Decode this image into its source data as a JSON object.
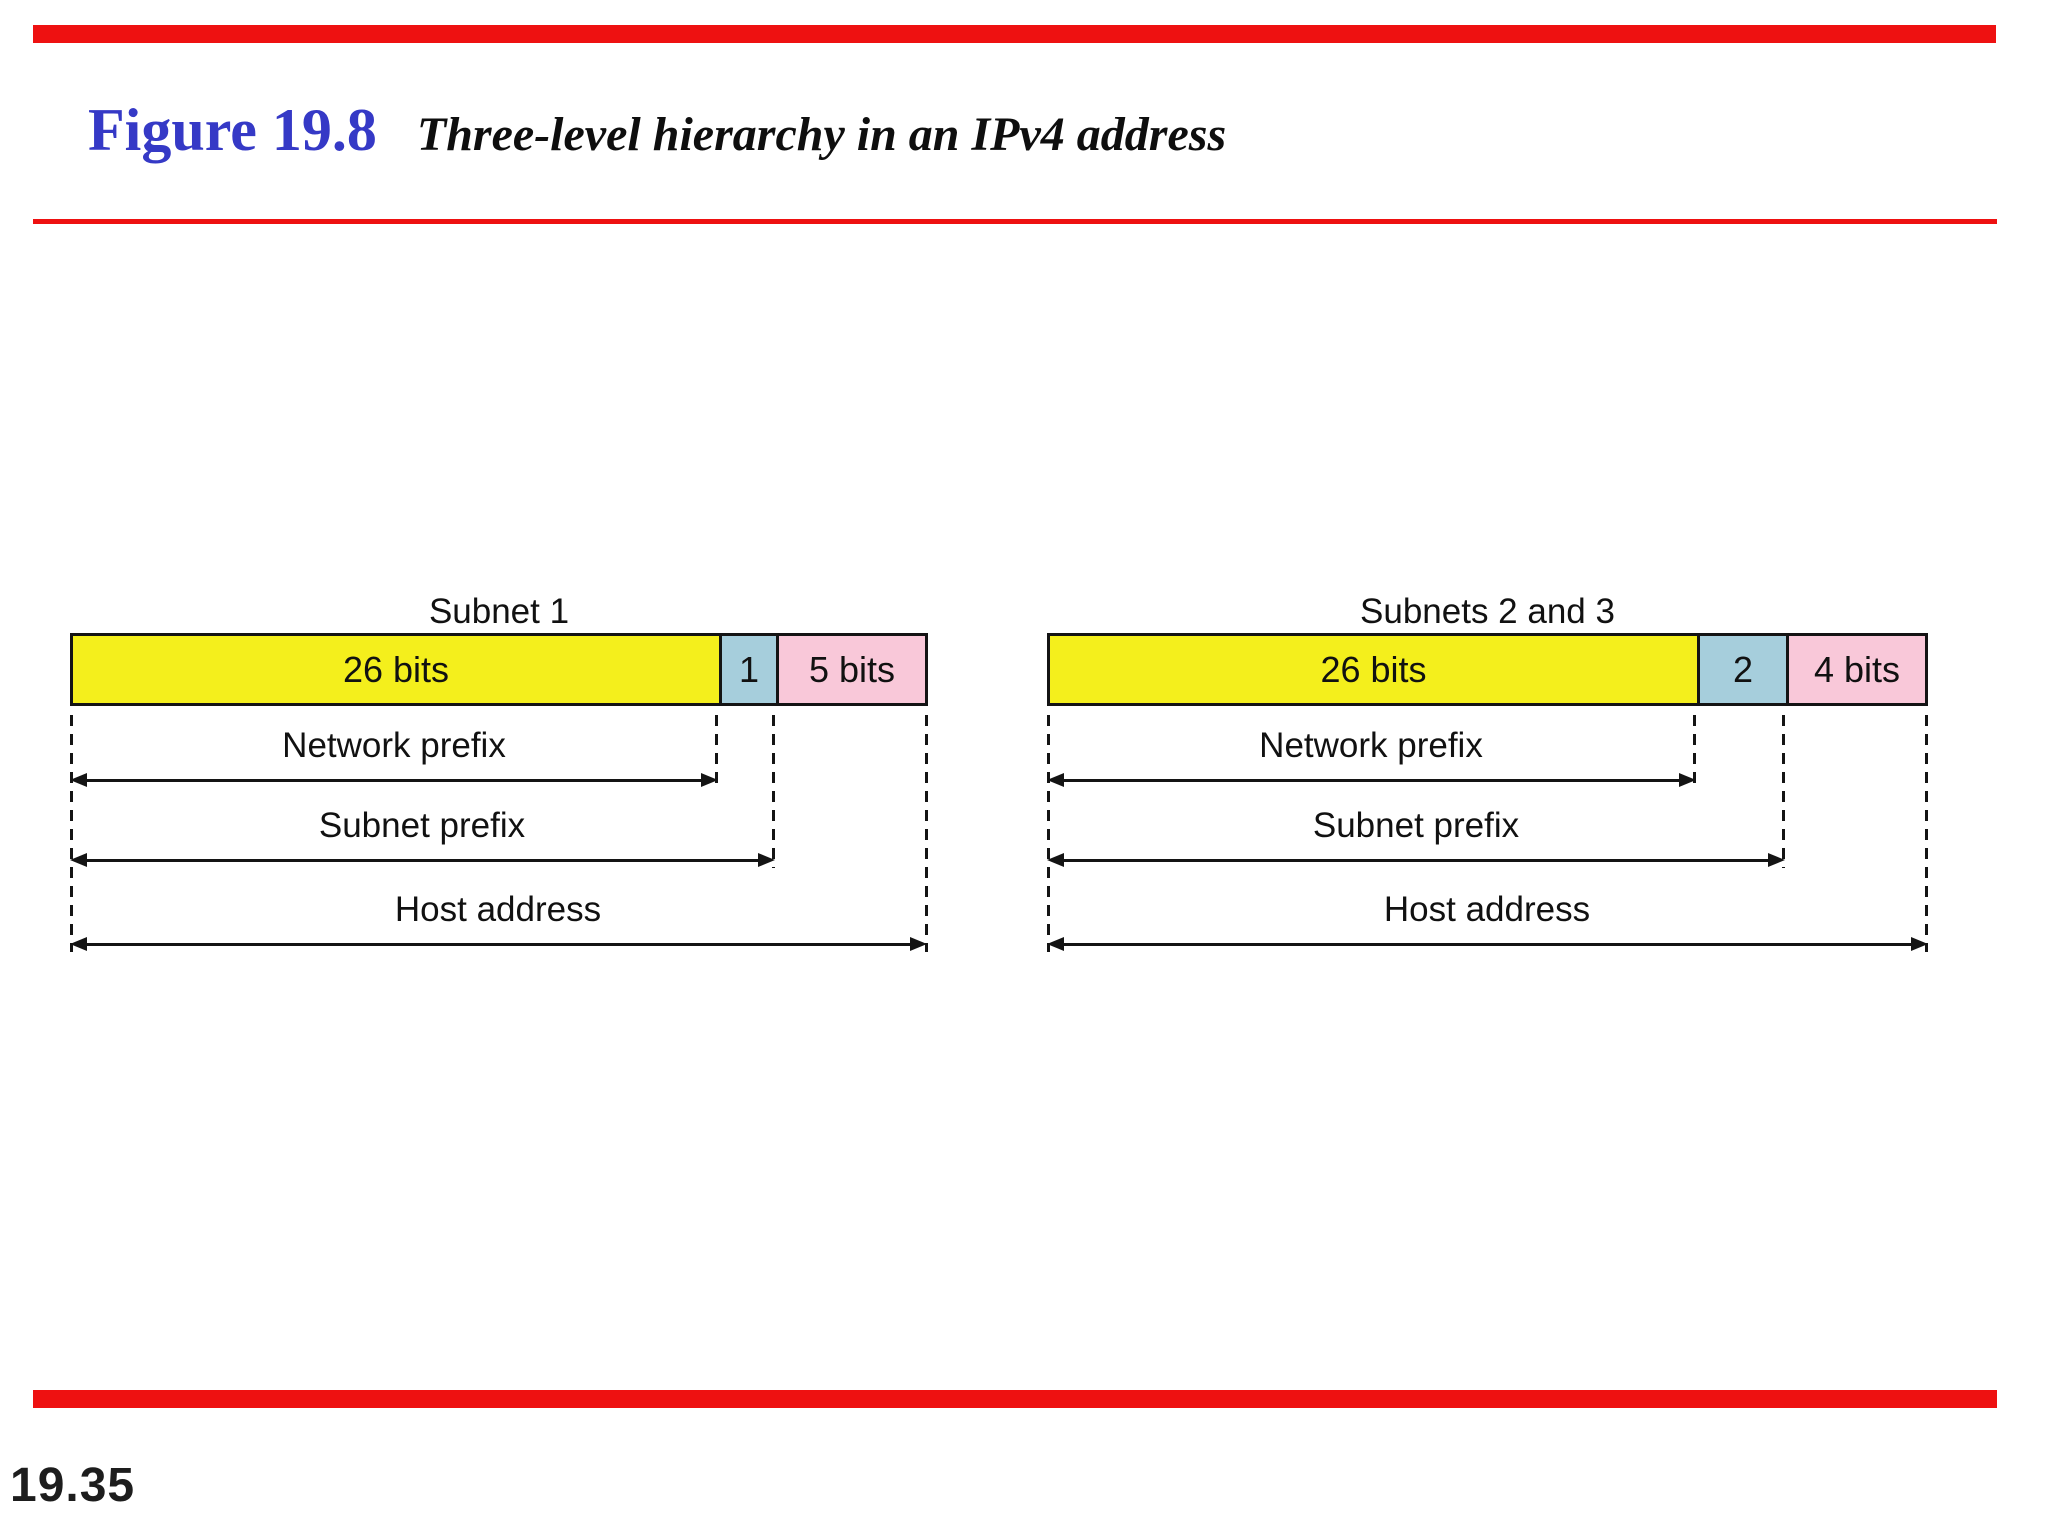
{
  "slide": {
    "figure_label": "Figure 19.8",
    "figure_title": "Three-level hierarchy in an IPv4 address",
    "page_number": "19.35"
  },
  "colors": {
    "accent_red": "#ee1111",
    "title_blue": "#3539c6",
    "field_yellow": "#f4ef1c",
    "field_blue": "#a6cedc",
    "field_pink": "#f9c8d9",
    "line_black": "#141414"
  },
  "diagrams": [
    {
      "heading": "Subnet 1",
      "cells": [
        {
          "name": "network-bits",
          "label": "26 bits"
        },
        {
          "name": "subnet-bits",
          "label": "1"
        },
        {
          "name": "host-bits",
          "label": "5 bits"
        }
      ],
      "spans": [
        {
          "name": "network-prefix",
          "label": "Network prefix"
        },
        {
          "name": "subnet-prefix",
          "label": "Subnet prefix"
        },
        {
          "name": "host-address",
          "label": "Host address"
        }
      ]
    },
    {
      "heading": "Subnets 2 and 3",
      "cells": [
        {
          "name": "network-bits",
          "label": "26 bits"
        },
        {
          "name": "subnet-bits",
          "label": "2"
        },
        {
          "name": "host-bits",
          "label": "4 bits"
        }
      ],
      "spans": [
        {
          "name": "network-prefix",
          "label": "Network prefix"
        },
        {
          "name": "subnet-prefix",
          "label": "Subnet prefix"
        },
        {
          "name": "host-address",
          "label": "Host address"
        }
      ]
    }
  ]
}
